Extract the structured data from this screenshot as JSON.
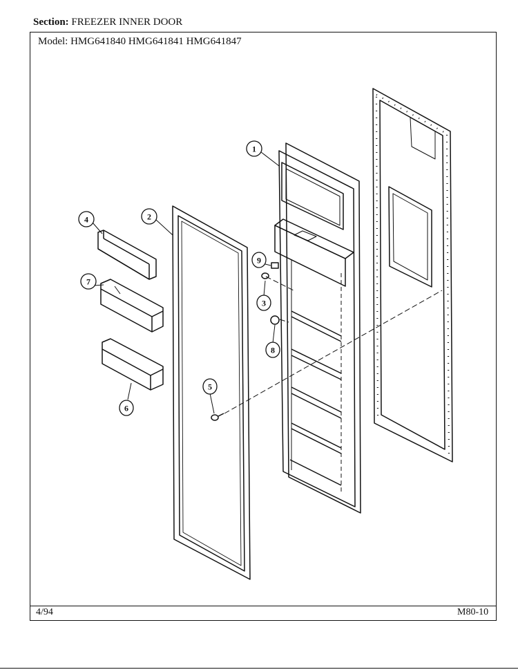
{
  "header": {
    "section_label": "Section:",
    "section_value": "FREEZER INNER DOOR",
    "model_label": "Model:",
    "models": "HMG641840  HMG641841  HMG641847"
  },
  "footer": {
    "date": "4/94",
    "page_code": "M80-10"
  },
  "callouts": [
    "1",
    "2",
    "3",
    "4",
    "5",
    "6",
    "7",
    "8",
    "9"
  ]
}
